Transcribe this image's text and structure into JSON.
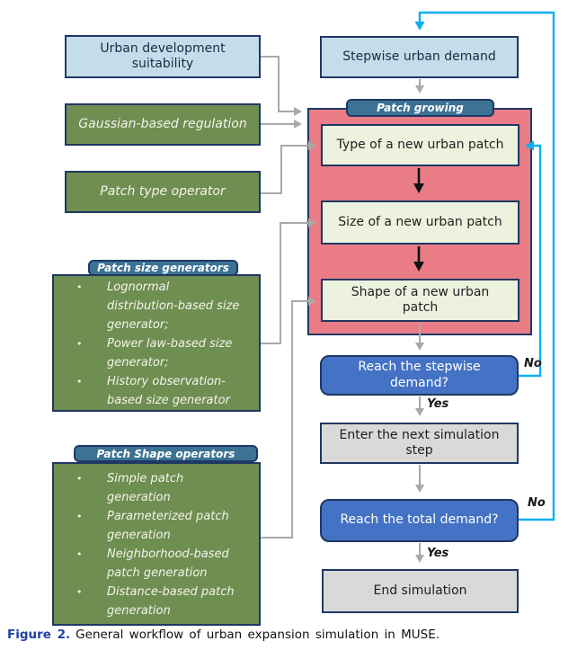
{
  "left_column": {
    "urban_suitability": "Urban development suitability",
    "gaussian_regulation": "Gaussian-based regulation",
    "patch_type_operator": "Patch type operator",
    "size_generators": {
      "title": "Patch size generators",
      "lines": [
        {
          "bullet": "•",
          "text": "Lognormal"
        },
        {
          "bullet": "",
          "text": "distribution-based size"
        },
        {
          "bullet": "",
          "text": "generator;"
        },
        {
          "bullet": "•",
          "text": "Power law-based size"
        },
        {
          "bullet": "",
          "text": "generator;"
        },
        {
          "bullet": "•",
          "text": "History observation-"
        },
        {
          "bullet": "",
          "text": "based size generator"
        }
      ]
    },
    "shape_operators": {
      "title": "Patch Shape operators",
      "lines": [
        {
          "bullet": "•",
          "text": "Simple patch"
        },
        {
          "bullet": "",
          "text": "generation"
        },
        {
          "bullet": "•",
          "text": "Parameterized patch"
        },
        {
          "bullet": "",
          "text": "generation"
        },
        {
          "bullet": "•",
          "text": "Neighborhood-based"
        },
        {
          "bullet": "",
          "text": "patch generation"
        },
        {
          "bullet": "•",
          "text": "Distance-based patch"
        },
        {
          "bullet": "",
          "text": "generation"
        }
      ]
    }
  },
  "right_column": {
    "stepwise_demand": "Stepwise urban demand",
    "patch_growing": {
      "title": "Patch growing",
      "steps": [
        "Type of a new urban patch",
        "Size of a new urban patch",
        "Shape of a new urban patch"
      ]
    },
    "stepwise_check": "Reach the stepwise demand?",
    "next_step": "Enter the next simulation step",
    "total_check": "Reach the total demand?",
    "end_simulation": "End simulation"
  },
  "labels": {
    "yes": "Yes",
    "no": "No"
  },
  "caption": {
    "label": "Figure 2.",
    "text": "General workflow of urban expansion simulation in MUSE."
  },
  "colors": {
    "light_blue": "#c5dcea",
    "olive_green": "#6f8e51",
    "pill_steel_blue": "#3c7294",
    "container_red": "#e97c85",
    "pale_green": "#edf2df",
    "decision_blue": "#4472c4",
    "box_gray": "#d9d9d9",
    "border_navy": "#1f3864",
    "connector_gray": "#a9a9a9",
    "loop_cyan": "#0ab0f0",
    "caption_blue": "#2140a8"
  }
}
